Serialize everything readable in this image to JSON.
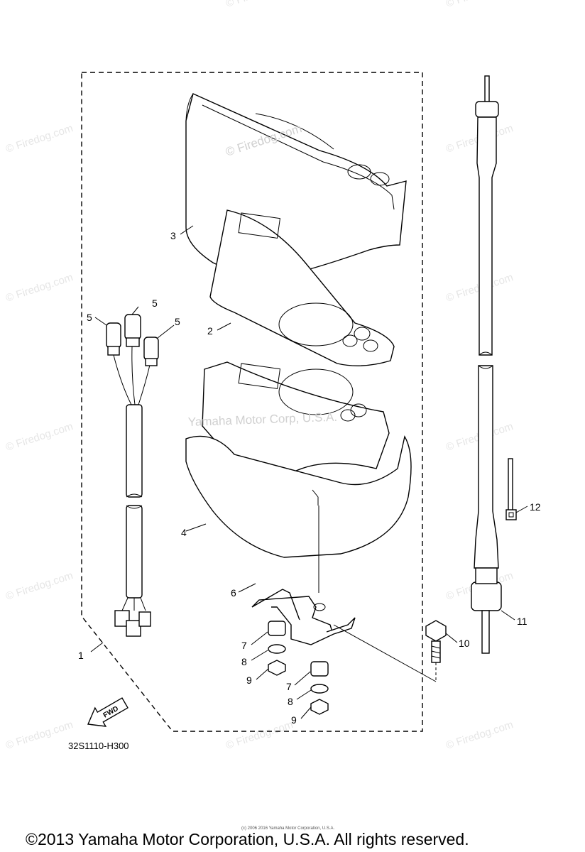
{
  "watermarks": {
    "site": "© Firedog.com",
    "center": "Yamaha Motor Corp, U.S.A."
  },
  "callouts": {
    "c1": "1",
    "c2": "2",
    "c3": "3",
    "c4": "4",
    "c5a": "5",
    "c5b": "5",
    "c5c": "5",
    "c6": "6",
    "c7a": "7",
    "c7b": "7",
    "c8a": "8",
    "c8b": "8",
    "c9a": "9",
    "c9b": "9",
    "c10": "10",
    "c11": "11",
    "c12": "12"
  },
  "fwd_label": "FWD",
  "diagram_code": "32S1110-H300",
  "tiny_copyright": "(c) 2006 2016 Yamaha Motor Corporation, U.S.A.",
  "footer_copyright": "©2013 Yamaha Motor Corporation, U.S.A. All rights reserved."
}
